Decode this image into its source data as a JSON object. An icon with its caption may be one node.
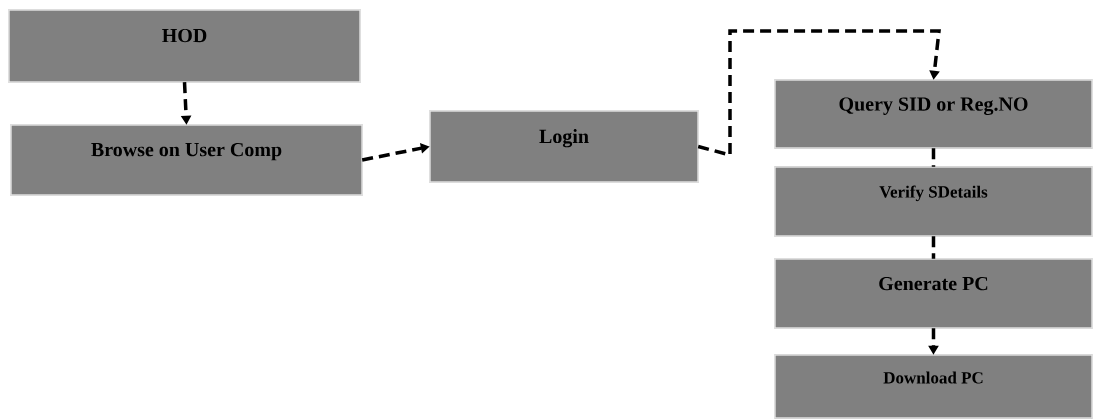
{
  "diagram": {
    "nodes": [
      {
        "text": [
          "HOD"
        ]
      },
      {
        "text": [
          "Browse on User Comp"
        ]
      },
      {
        "text": [
          "Login"
        ]
      },
      {
        "text": [
          "Query SID or Reg.NO"
        ]
      },
      {
        "text": [
          "Verify SDetails"
        ]
      },
      {
        "text": [
          "Generate PC"
        ]
      },
      {
        "text": [
          "Download PC"
        ]
      }
    ],
    "edges": [
      {
        "from": 0,
        "to": 1,
        "arrow": "to",
        "style": "dashed"
      },
      {
        "from": 1,
        "to": 2,
        "arrow": "to",
        "style": "dashed"
      },
      {
        "from": 2,
        "to": 3,
        "arrow": "to",
        "style": "dashed"
      },
      {
        "from": 3,
        "to": 4,
        "arrow": "none",
        "style": "dashed"
      },
      {
        "from": 4,
        "to": 5,
        "arrow": "none",
        "style": "dashed"
      },
      {
        "from": 5,
        "to": 6,
        "arrow": "to",
        "style": "dashed"
      }
    ]
  }
}
